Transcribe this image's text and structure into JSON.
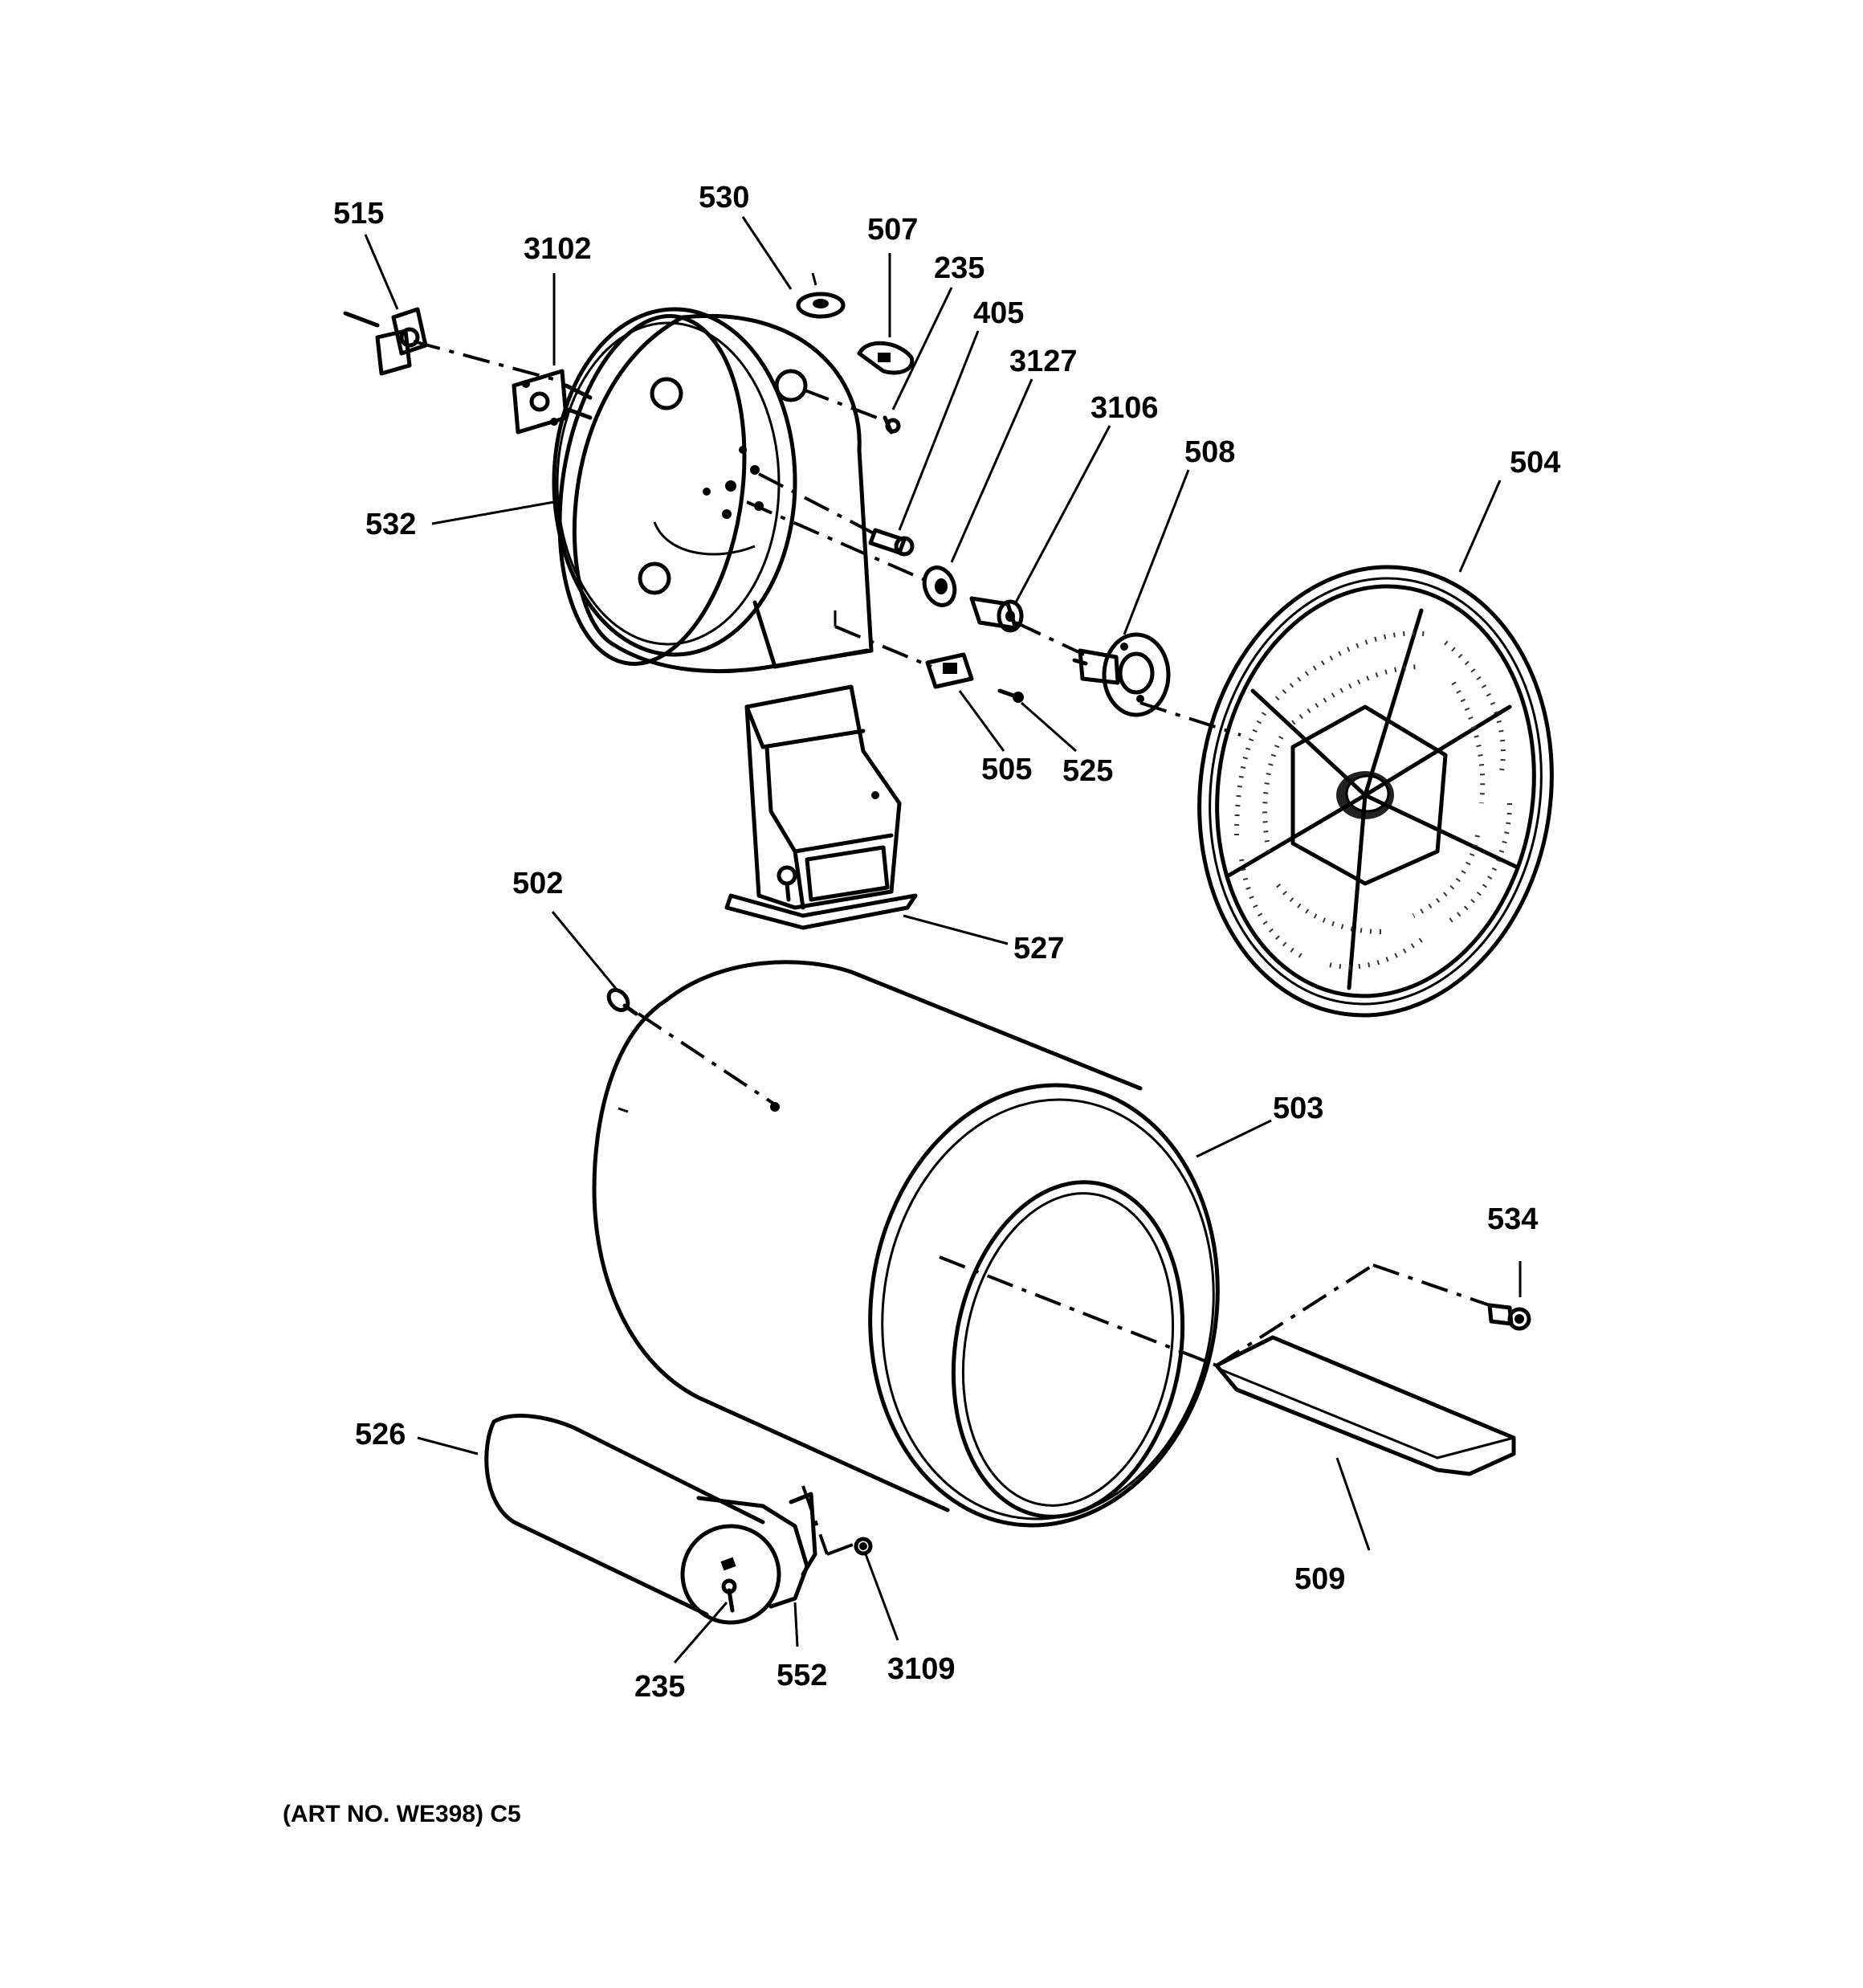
{
  "labels": {
    "p515": "515",
    "p3102": "3102",
    "p530": "530",
    "p507": "507",
    "p235_top": "235",
    "p405": "405",
    "p3127": "3127",
    "p3106": "3106",
    "p508": "508",
    "p504": "504",
    "p532": "532",
    "p505": "505",
    "p525": "525",
    "p502": "502",
    "p527": "527",
    "p503": "503",
    "p534": "534",
    "p526": "526",
    "p509": "509",
    "p235_bottom": "235",
    "p552": "552",
    "p3109": "3109"
  },
  "caption": "(ART NO. WE398) C5"
}
